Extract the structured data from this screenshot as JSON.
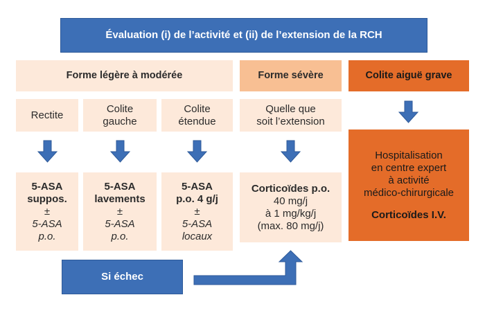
{
  "title": "Évaluation (i) de l’activité et (ii) de l’extension de la RCH",
  "columns": {
    "light": {
      "header": "Forme légère à modérée"
    },
    "severe": {
      "header": "Forme sévère"
    },
    "acute": {
      "header": "Colite aiguë grave"
    }
  },
  "subtypes": {
    "rectite": "Rectite",
    "colite_gauche": [
      "Colite",
      "gauche"
    ],
    "colite_etendue": [
      "Colite",
      "étendue"
    ],
    "severe_any": [
      "Quelle que",
      "soit l’extension"
    ]
  },
  "treatments": {
    "rectite": {
      "line1": "5-ASA",
      "line2": "suppos.",
      "pm": "±",
      "alt1": "5-ASA",
      "alt2": "p.o."
    },
    "gauche": {
      "line1": "5-ASA",
      "line2": "lavements",
      "pm": "±",
      "alt1": "5-ASA",
      "alt2": "p.o."
    },
    "etendue": {
      "line1": "5-ASA",
      "line2": "p.o. 4 g/j",
      "pm": "±",
      "alt1": "5-ASA",
      "alt2": "locaux"
    },
    "severe": {
      "line1": "Corticoïdes p.o.",
      "line2": "40 mg/j",
      "line3": "à 1 mg/kg/j",
      "line4": "(max. 80 mg/j)"
    },
    "acute": {
      "line1": "Hospitalisation",
      "line2": "en centre expert",
      "line3": "à activité",
      "line4": "médico-chirurgicale",
      "line5": "Corticoïdes I.V."
    }
  },
  "failure": {
    "label": "Si échec"
  },
  "colors": {
    "blue": "#3d6fb6",
    "light": "#fde9da",
    "mid": "#f8bf93",
    "strong": "#e46c29"
  }
}
